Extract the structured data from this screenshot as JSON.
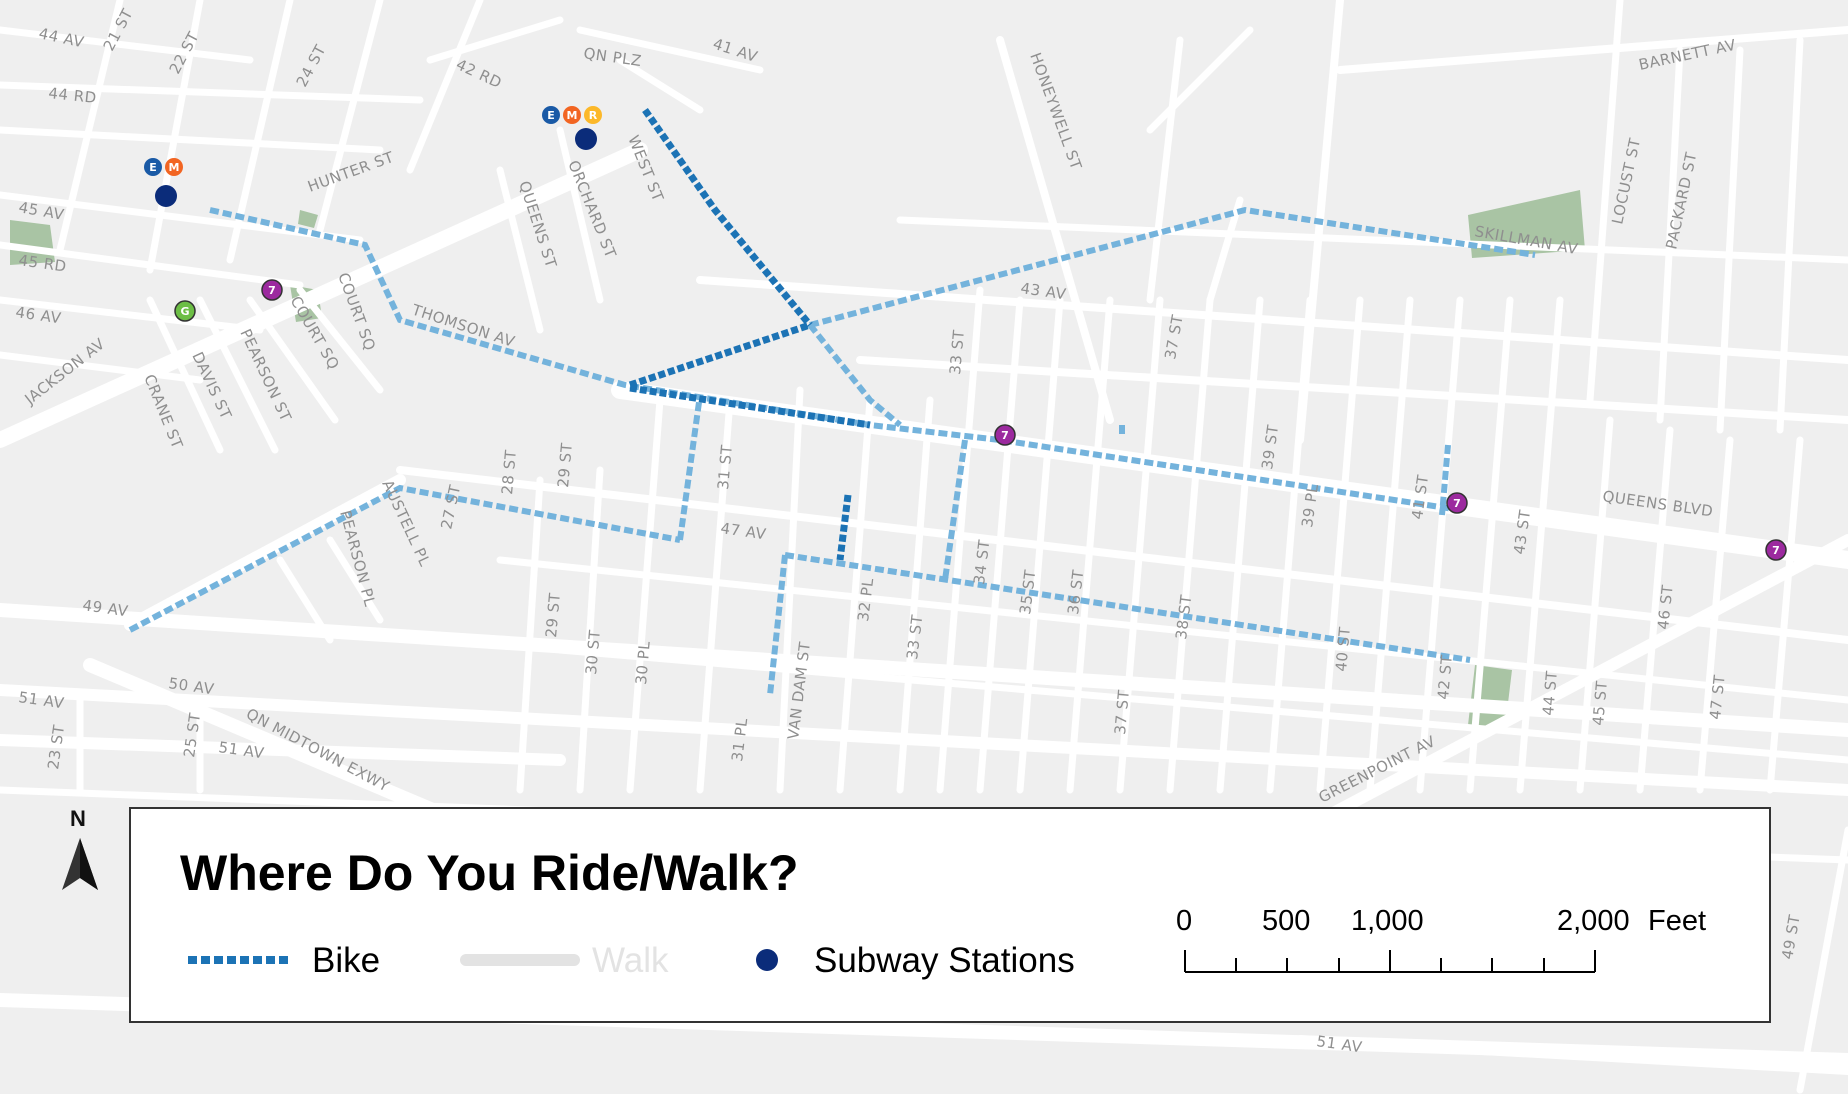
{
  "legend": {
    "title": "Where Do You Ride/Walk?",
    "bike_label": "Bike",
    "walk_label": "Walk",
    "subway_label": "Subway Stations"
  },
  "north_label": "N",
  "scale": {
    "ticks": [
      "0",
      "500",
      "1,000",
      "2,000"
    ],
    "unit": "Feet"
  },
  "colors": {
    "background": "#efefef",
    "street": "#ffffff",
    "park": "#a9c4a4",
    "bike_light": "#74b3dc",
    "bike_dark": "#1c73b5",
    "walk": "#e3e3e3",
    "subway_station": "#0b2c7a",
    "line_7": "#9c2a9f",
    "line_E": "#1a5aa6",
    "line_M": "#f26522",
    "line_R": "#fcb829",
    "line_G": "#6cbe45"
  },
  "street_labels": [
    "44 AV",
    "21 ST",
    "22 ST",
    "44 RD",
    "24 ST",
    "42 RD",
    "QN PLZ",
    "41 AV",
    "BARNETT AV",
    "HONEYWELL ST",
    "WEST ST",
    "ORCHARD ST",
    "QUEENS ST",
    "HUNTER ST",
    "45 AV",
    "45 RD",
    "46 AV",
    "COURT SQ",
    "COURT SQ",
    "PEARSON ST",
    "DAVIS ST",
    "CRANE ST",
    "JACKSON AV",
    "THOMSON AV",
    "43 AV",
    "SKILLMAN AV",
    "LOCUST ST",
    "PACKARD ST",
    "33 ST",
    "37 ST",
    "39 ST",
    "39 PL",
    "41 ST",
    "43 ST",
    "QUEENS BLVD",
    "31 ST",
    "29 ST",
    "28 ST",
    "27 ST",
    "AUSTELL PL",
    "PEARSON PL",
    "47 AV",
    "49 AV",
    "29 ST",
    "30 ST",
    "30 PL",
    "VAN DAM ST",
    "32 PL",
    "33 ST",
    "34 ST",
    "35 ST",
    "36 ST",
    "38 ST",
    "40 ST",
    "42 ST",
    "44 ST",
    "45 ST",
    "46 ST",
    "47 ST",
    "50 AV",
    "51 AV",
    "23 ST",
    "25 ST",
    "51 AV",
    "QN MIDTOWN EXWY",
    "31 PL",
    "37 ST",
    "GREENPOINT AV",
    "49 ST",
    "51 AV"
  ],
  "station_badges": [
    "E",
    "M",
    "E",
    "M",
    "R",
    "G",
    "7",
    "7",
    "7",
    "7"
  ]
}
